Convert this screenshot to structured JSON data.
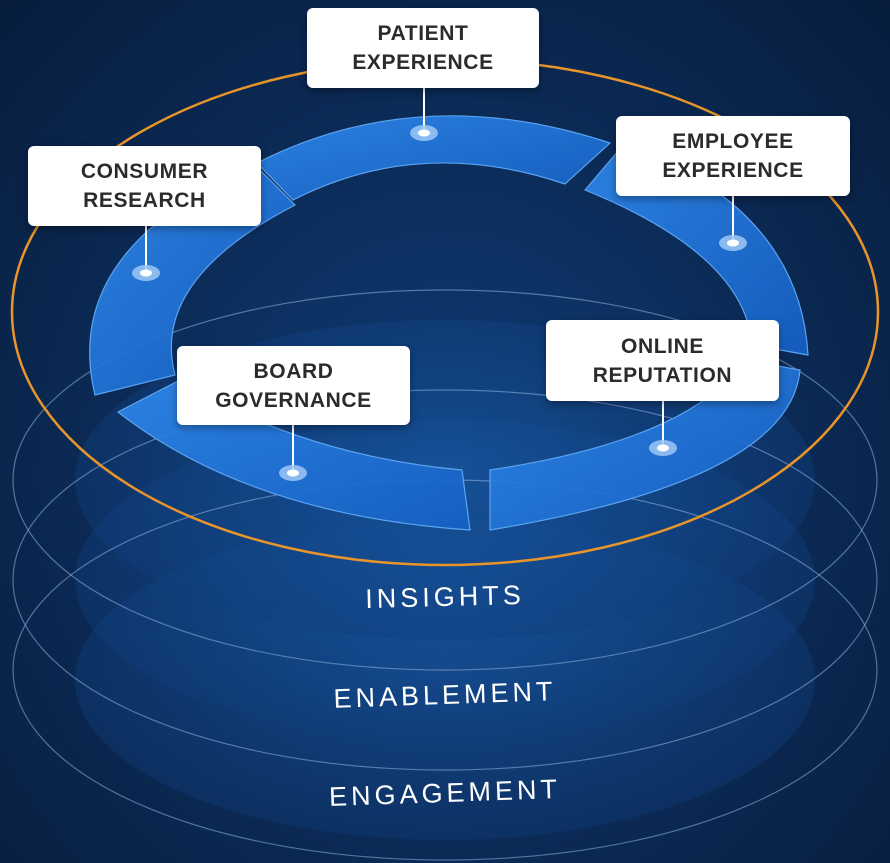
{
  "segments": [
    {
      "line1": "PATIENT",
      "line2": "EXPERIENCE"
    },
    {
      "line1": "EMPLOYEE",
      "line2": "EXPERIENCE"
    },
    {
      "line1": "CONSUMER",
      "line2": "RESEARCH"
    },
    {
      "line1": "ONLINE",
      "line2": "REPUTATION"
    },
    {
      "line1": "BOARD",
      "line2": "GOVERNANCE"
    }
  ],
  "layers": [
    "INSIGHTS",
    "ENABLEMENT",
    "ENGAGEMENT"
  ],
  "colors": {
    "background": "#0b2a55",
    "ring": "#1e73d8",
    "ring_light": "#3b8ce8",
    "orange_outline": "#e8952a",
    "callout_bg": "#ffffff",
    "callout_text": "#2b2b2b",
    "layer_text": "#ffffff"
  }
}
